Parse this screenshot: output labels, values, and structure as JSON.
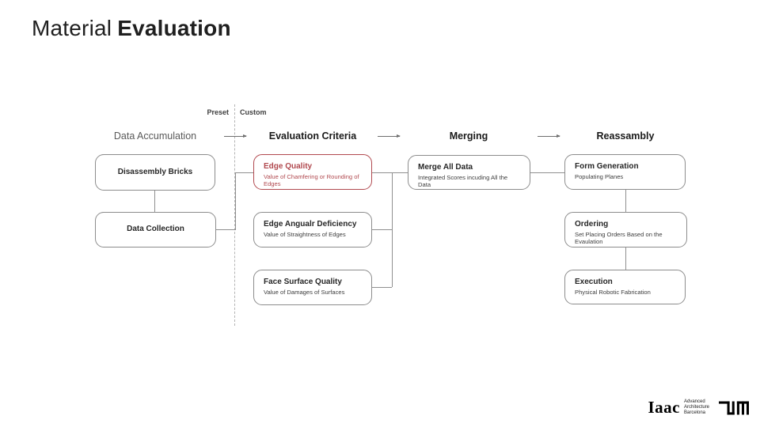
{
  "title": {
    "regular": "Material",
    "bold": "Evaluation"
  },
  "divider": {
    "left_label": "Preset",
    "right_label": "Custom"
  },
  "flow": {
    "headers": [
      {
        "label": "Data Accumulation"
      },
      {
        "label": "Evaluation Criteria"
      },
      {
        "label": "Merging"
      },
      {
        "label": "Reassambly"
      }
    ]
  },
  "boxes": [
    {
      "title": "Disassembly Bricks"
    },
    {
      "title": "Data Collection"
    },
    {
      "title": "Edge Quality",
      "subtitle": "Value of Chamfering or Rounding of Edges"
    },
    {
      "title": "Edge Angualr Deficiency",
      "subtitle": "Value of Straightness of Edges"
    },
    {
      "title": "Face Surface Quality",
      "subtitle": "Value of Damages of Surfaces"
    },
    {
      "title": "Merge All Data",
      "subtitle": "Integrated Scores incuding All the Data"
    },
    {
      "title": "Form Generation",
      "subtitle": "Populating Planes"
    },
    {
      "title": "Ordering",
      "subtitle": "Set Placing Orders Based on the Evaulation"
    },
    {
      "title": "Execution",
      "subtitle": "Physical Robotic Fabrication"
    }
  ],
  "colors": {
    "accent_red": "#b1494f",
    "box_border": "#8c8c8c",
    "muted_header": "#595959",
    "text_dark": "#1f1f1f"
  },
  "footer": {
    "iaac": {
      "wordmark": "Iaac",
      "lines": [
        "Advanced",
        "Architecture",
        "Barcelona"
      ]
    },
    "tum": {
      "name": "TUM"
    }
  }
}
